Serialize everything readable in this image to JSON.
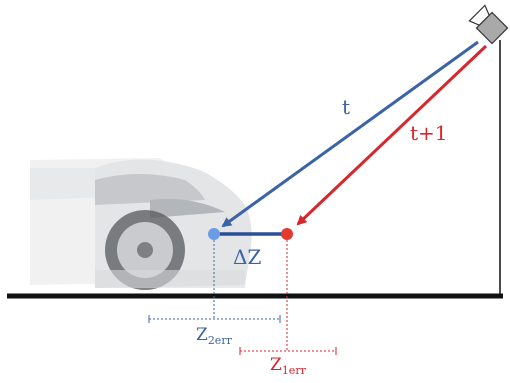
{
  "labels": {
    "t": "t",
    "t_plus_1": "t+1",
    "delta_z": "ΔZ",
    "z2_main": "Z",
    "z2_sub": "2err",
    "z1_main": "Z",
    "z1_sub": "1err"
  },
  "colors": {
    "blue": "#3a63a8",
    "red": "#d8262c",
    "ground": "#111111",
    "camera_fill": "#a9a9a9",
    "car_body": "#d9dadc",
    "car_shadow": "#9fa2a6",
    "wheel": "#55585c"
  },
  "icons": {
    "camera": "camera-icon",
    "car_ghost": "car-icon",
    "car_front": "car-icon"
  }
}
